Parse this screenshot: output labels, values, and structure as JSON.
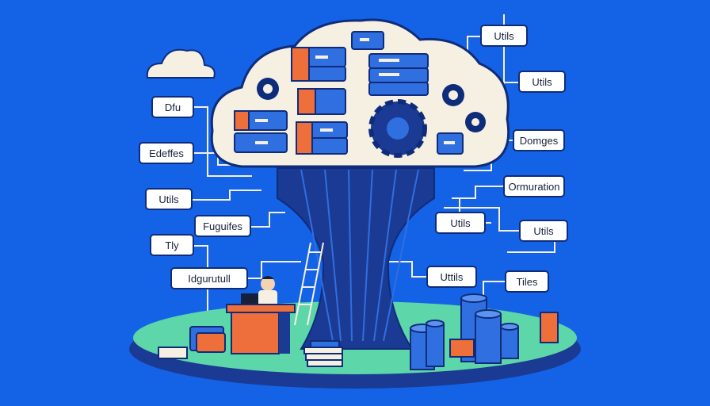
{
  "labels": {
    "dfu": "Dfu",
    "edeffes": "Edeffes",
    "utils_left": "Utils",
    "fuguifes": "Fuguifes",
    "tly": "Tly",
    "idgurutull": "Idgurutull",
    "utils_top_right": "Utils",
    "utils_right_2": "Utils",
    "domges": "Domges",
    "ormuration": "Ormuration",
    "utils_mid_right": "Utils",
    "utils_far_right": "Utils",
    "utils_center_right": "Uttils",
    "tiles": "Tiles"
  },
  "colors": {
    "background": "#1463e6",
    "cloud": "#f5f0e1",
    "tree": "#1b3a93",
    "folder_blue": "#2f6fe0",
    "folder_orange": "#ef6f3b",
    "ground": "#5dd6a9",
    "desk": "#ee6e3c"
  },
  "icons": [
    "cloud-icon",
    "gear-icon",
    "folder-icon",
    "database-icon",
    "desk-icon",
    "person-icon",
    "laptop-icon",
    "ladder-icon",
    "books-icon"
  ]
}
